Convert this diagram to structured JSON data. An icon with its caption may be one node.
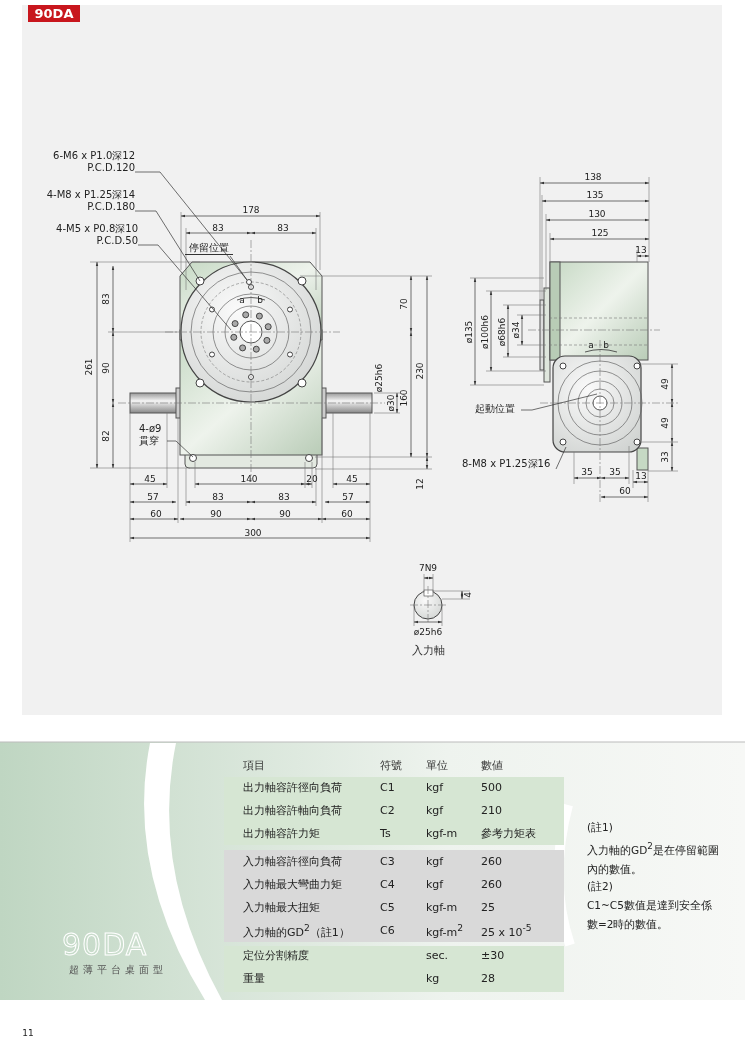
{
  "diagram": {
    "title": "90DA",
    "nodes": [
      {
        "text": [
          "6-M6 x P1.0深12 P.C.D.120"
        ]
      },
      {
        "text": [
          "4-M8 x P1.25深14 P.C.D.180"
        ]
      },
      {
        "text": [
          "4-M5 x P0.8深10 P.C.D.50"
        ]
      },
      {
        "text": [
          "停留位置"
        ]
      },
      {
        "text": [
          "4-ø9 貫穿"
        ]
      },
      {
        "text": [
          "起動位置"
        ]
      },
      {
        "text": [
          "8-M8 x P1.25深16"
        ]
      },
      {
        "text": [],
        "shape": "circle"
      }
    ],
    "edges": [
      {
        "from": 0,
        "to": 7,
        "arrow": "none"
      },
      {
        "from": 1,
        "to": null,
        "arrow": "none"
      },
      {
        "from": 2,
        "to": null,
        "arrow": "none"
      },
      {
        "from": 3,
        "to": 7,
        "arrow": "none"
      },
      {
        "from": 4,
        "to": null,
        "arrow": "none"
      },
      {
        "from": 5,
        "to": null,
        "arrow": "none"
      },
      {
        "from": 6,
        "to": null,
        "arrow": "none"
      }
    ],
    "labels": [
      "178",
      "83",
      "83",
      "261",
      "83",
      "90",
      "82",
      "70",
      "230",
      "ø25h6",
      "ø30",
      "160",
      "a",
      "b",
      "12",
      "45",
      "140",
      "20",
      "45",
      "57",
      "83",
      "83",
      "57",
      "60",
      "90",
      "90",
      "60",
      "300",
      "138",
      "135",
      "130",
      "125",
      "13",
      "ø135",
      "ø100h6",
      "ø68h6",
      "ø34",
      "a",
      "b",
      "49",
      "49",
      "33",
      "35",
      "35",
      "13",
      "60",
      "7N9",
      "4",
      "ø25h6",
      "入力軸",
      "項目",
      "符號",
      "單位",
      "數値",
      "出力軸容許徑向負荷",
      "C1",
      "kgf",
      "500",
      "出力軸容許軸向負荷",
      "C2",
      "kgf",
      "210",
      "出力軸容許力矩",
      "Ts",
      "kgf-m",
      "參考力矩表",
      "入力軸容許徑向負荷",
      "C3",
      "kgf",
      "260",
      "入力軸最大彎曲力矩",
      "C4",
      "kgf",
      "260",
      "入力軸最大扭矩",
      "C5",
      "kgf-m",
      "25",
      "入力軸的GD$^{2}$（註1）",
      "C6",
      "kgf-m$^{2}$",
      "25 x 10$^{-5}$",
      "定位分割精度",
      "sec.",
      "±30",
      "重量",
      "kg",
      "28",
      "(註1)",
      "入力軸的GD$^{2}$是在停留範圍內的數值。",
      "(註2)",
      "C1~C5數值是達到安全係數=2時的數值。",
      "90DA",
      "超薄平台桌面型",
      "11"
    ]
  }
}
